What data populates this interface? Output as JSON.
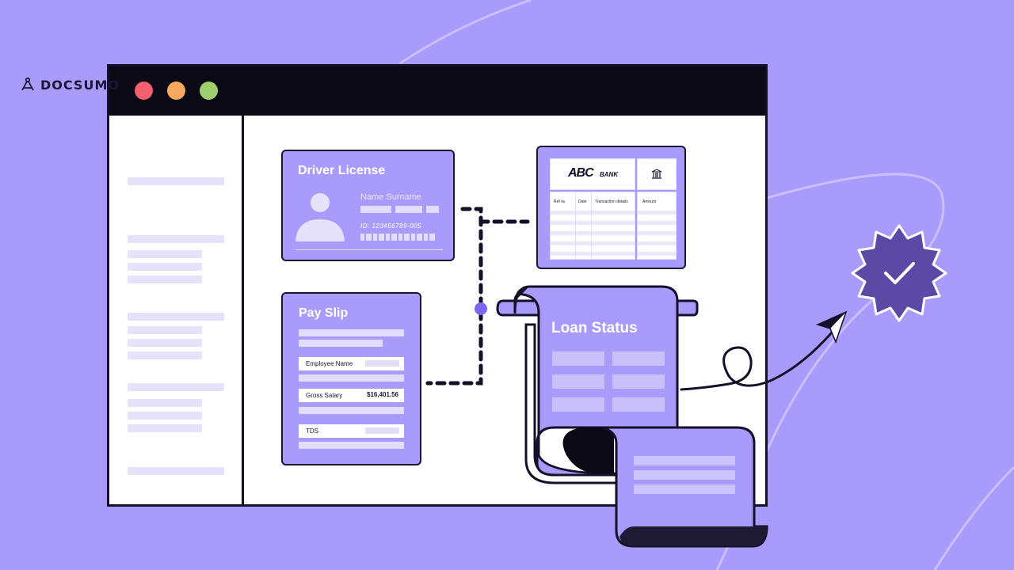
{
  "window": {
    "dot_colors": [
      "#f25f6e",
      "#f7a95e",
      "#9fcf6d"
    ]
  },
  "logo": {
    "text": "DOCSUMO",
    "icon": "docsumo-logo-icon"
  },
  "driver_license": {
    "title": "Driver License",
    "name": "Name Surname",
    "id": "ID: 123456789-005"
  },
  "bank_statement": {
    "logo": "ABC",
    "bank": "BANK",
    "icon": "bank-icon",
    "columns": [
      "Ref №",
      "Date",
      "Transaction details",
      "Amount"
    ]
  },
  "pay_slip": {
    "title": "Pay Slip",
    "employee_label": "Employee Name",
    "salary_label": "Gross Salary",
    "salary_value": "$16,401.56",
    "tds_label": "TDS"
  },
  "loan_status": {
    "title": "Loan Status"
  },
  "badge": {
    "icon": "verified-check-icon"
  },
  "colors": {
    "accent": "#a99bfb",
    "dark": "#14102a",
    "badge": "#5a4aa5"
  }
}
